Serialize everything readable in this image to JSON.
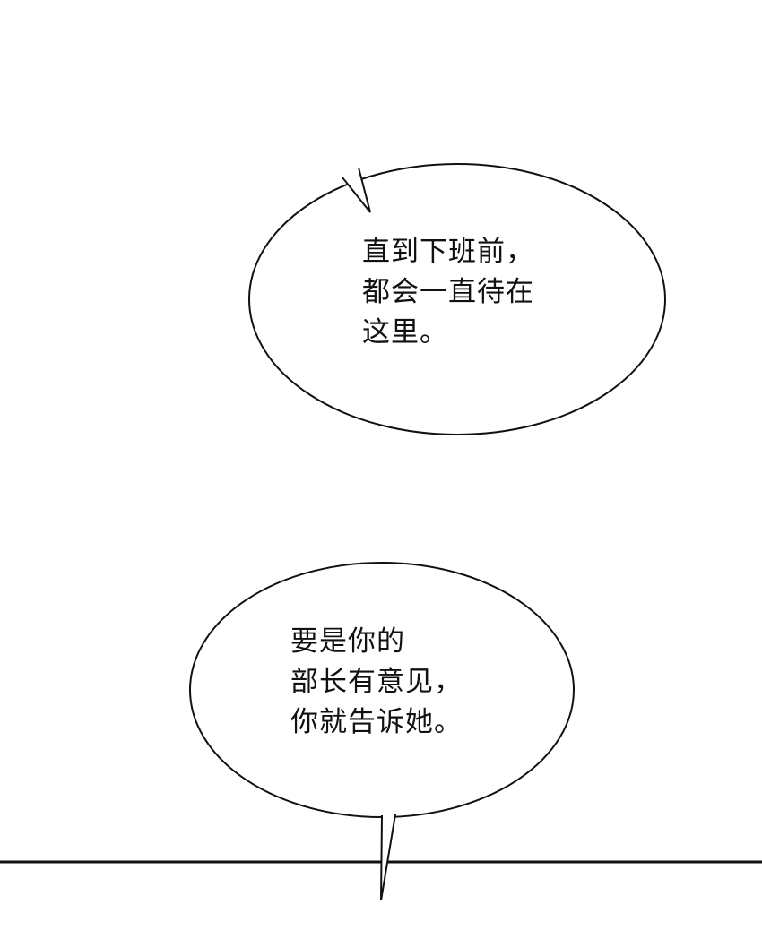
{
  "panel": {
    "background": "#ffffff",
    "line_color": "#111111"
  },
  "bubbles": [
    {
      "lines": [
        "直到下班前，",
        "都会一直待在",
        "这里。"
      ]
    },
    {
      "lines": [
        "要是你的",
        "部长有意见，",
        "你就告诉她。"
      ]
    }
  ]
}
